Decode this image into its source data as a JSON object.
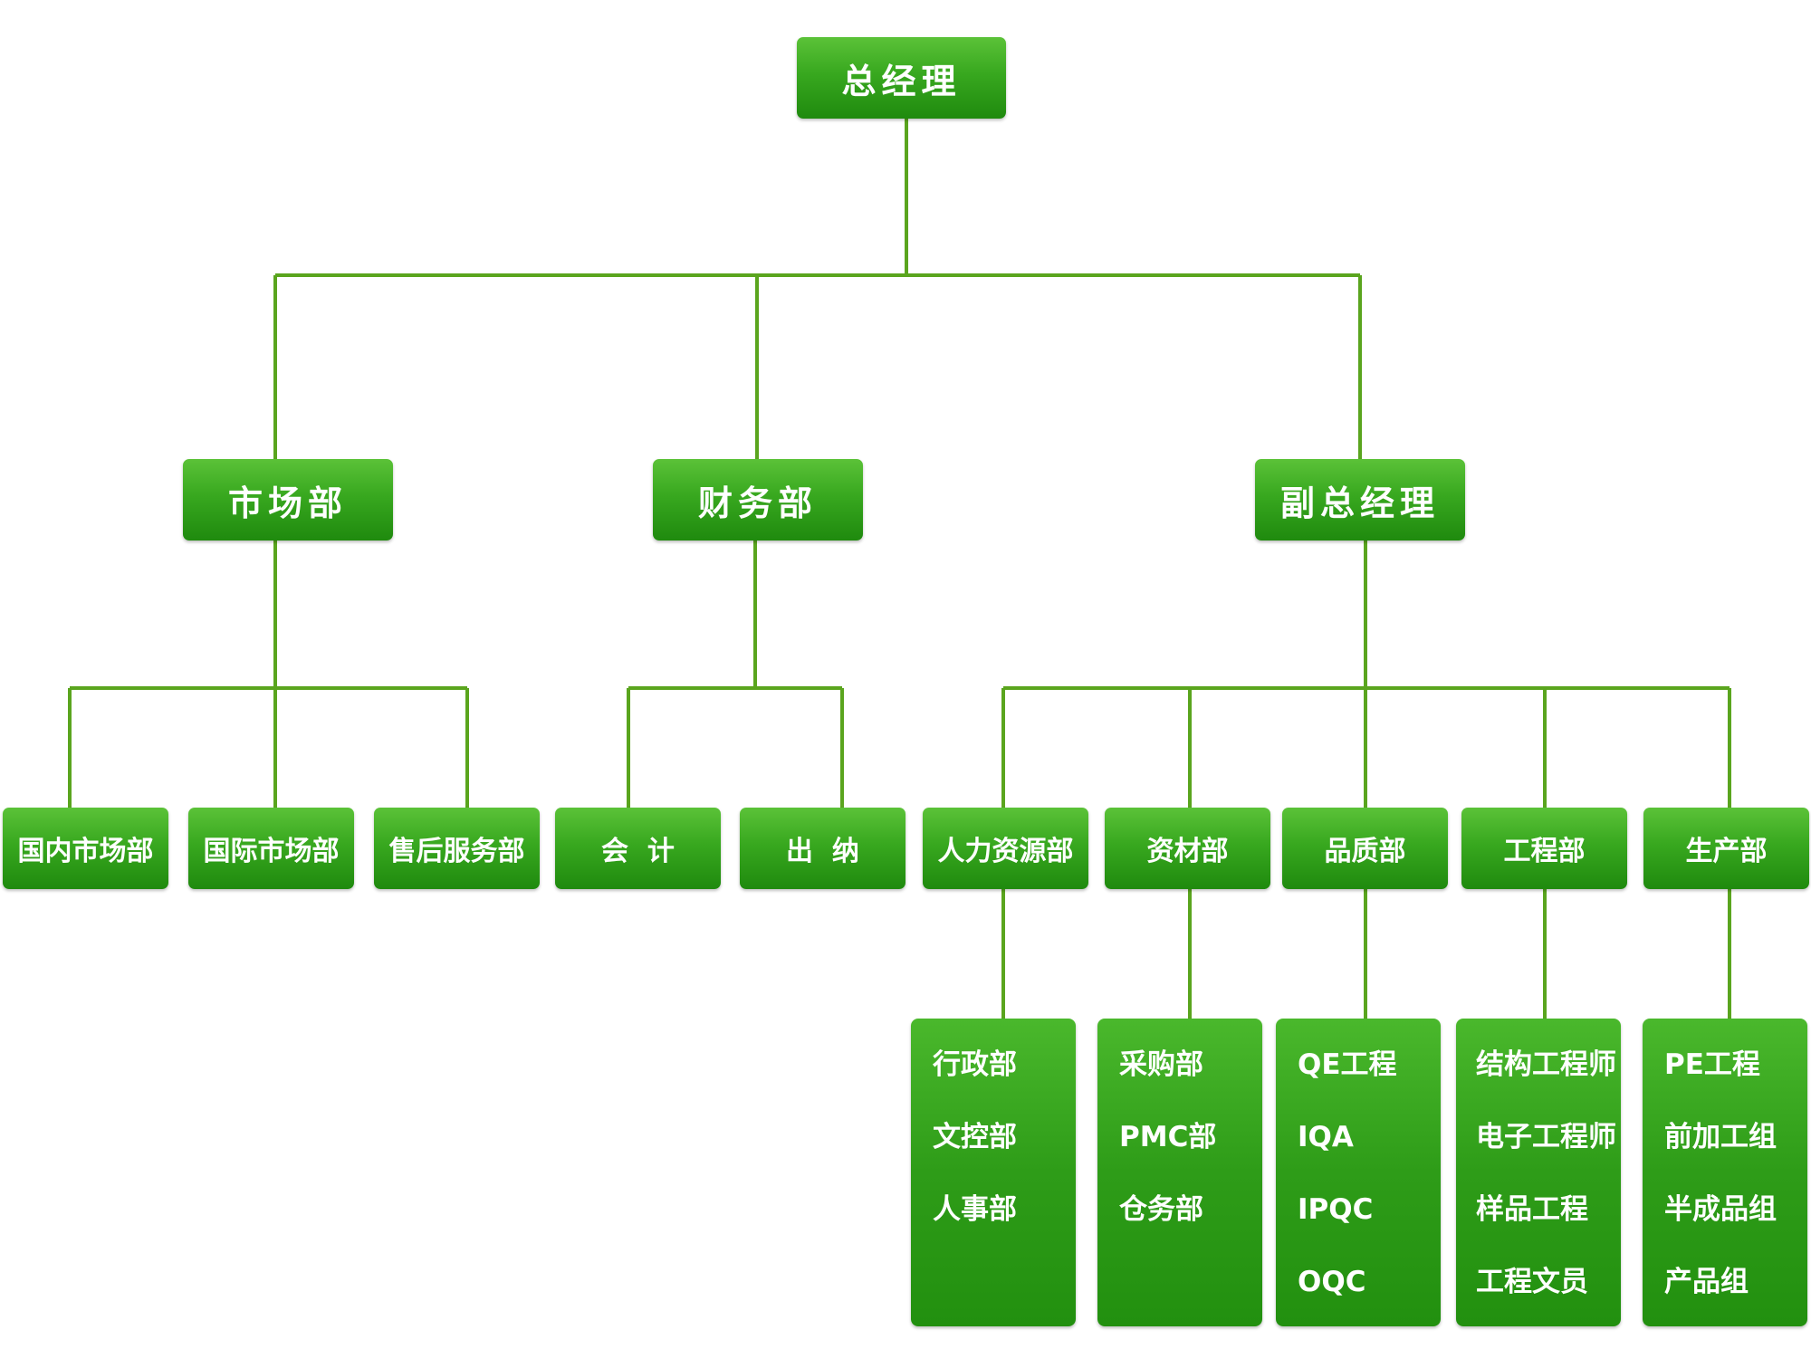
{
  "diagram": {
    "line_color": "#5aa51e",
    "box_color": "#2e9c18",
    "top": {
      "label": "总经理"
    },
    "level2": [
      {
        "label": "市场部"
      },
      {
        "label": "财务部"
      },
      {
        "label": "副总经理"
      }
    ],
    "level3": [
      {
        "label": "国内市场部"
      },
      {
        "label": "国际市场部"
      },
      {
        "label": "售后服务部"
      },
      {
        "label": "会  计"
      },
      {
        "label": "出  纳"
      },
      {
        "label": "人力资源部"
      },
      {
        "label": "资材部"
      },
      {
        "label": "品质部"
      },
      {
        "label": "工程部"
      },
      {
        "label": "生产部"
      }
    ],
    "level4": [
      {
        "items": [
          "行政部",
          "文控部",
          "人事部"
        ]
      },
      {
        "items": [
          "采购部",
          "PMC部",
          "仓务部"
        ]
      },
      {
        "items": [
          "QE工程",
          "IQA",
          "IPQC",
          "OQC"
        ]
      },
      {
        "items": [
          "结构工程师",
          "电子工程师",
          "样品工程",
          "工程文员"
        ]
      },
      {
        "items": [
          "PE工程",
          "前加工组",
          "半成品组",
          "产品组"
        ]
      }
    ]
  }
}
